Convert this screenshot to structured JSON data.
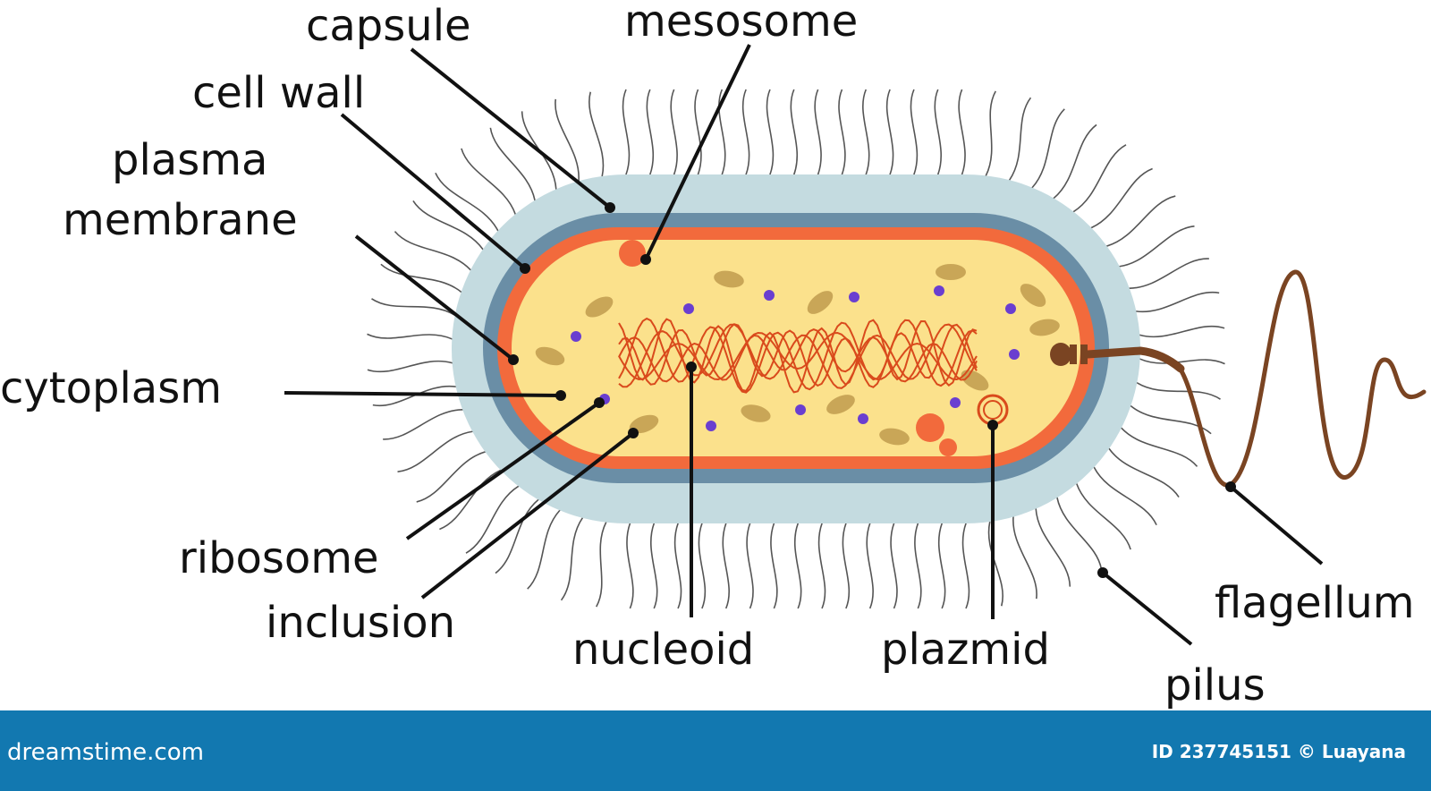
{
  "labels": {
    "capsule": "capsule",
    "mesosome": "mesosome",
    "cell_wall": "cell wall",
    "plasma_line1": "plasma",
    "plasma_line2": "membrane",
    "cytoplasm": "cytoplasm",
    "ribosome": "ribosome",
    "inclusion": "inclusion",
    "nucleoid": "nucleoid",
    "plazmid": "plazmid",
    "pilus": "pilus",
    "flagellum": "flagellum"
  },
  "watermark": {
    "site": "dreamstime.com",
    "credit": "ID 237745151 © Luayana"
  },
  "colors": {
    "capsule": "#c4dbe0",
    "cell_wall": "#6a8ea6",
    "plasma_membrane": "#f26a3c",
    "cytoplasm": "#fbe18c",
    "inclusion": "#c9a657",
    "ribosome": "#6a3ed0",
    "nucleoid": "#d94a1c",
    "flagellum": "#7a4422",
    "footer": "#1278b0"
  }
}
